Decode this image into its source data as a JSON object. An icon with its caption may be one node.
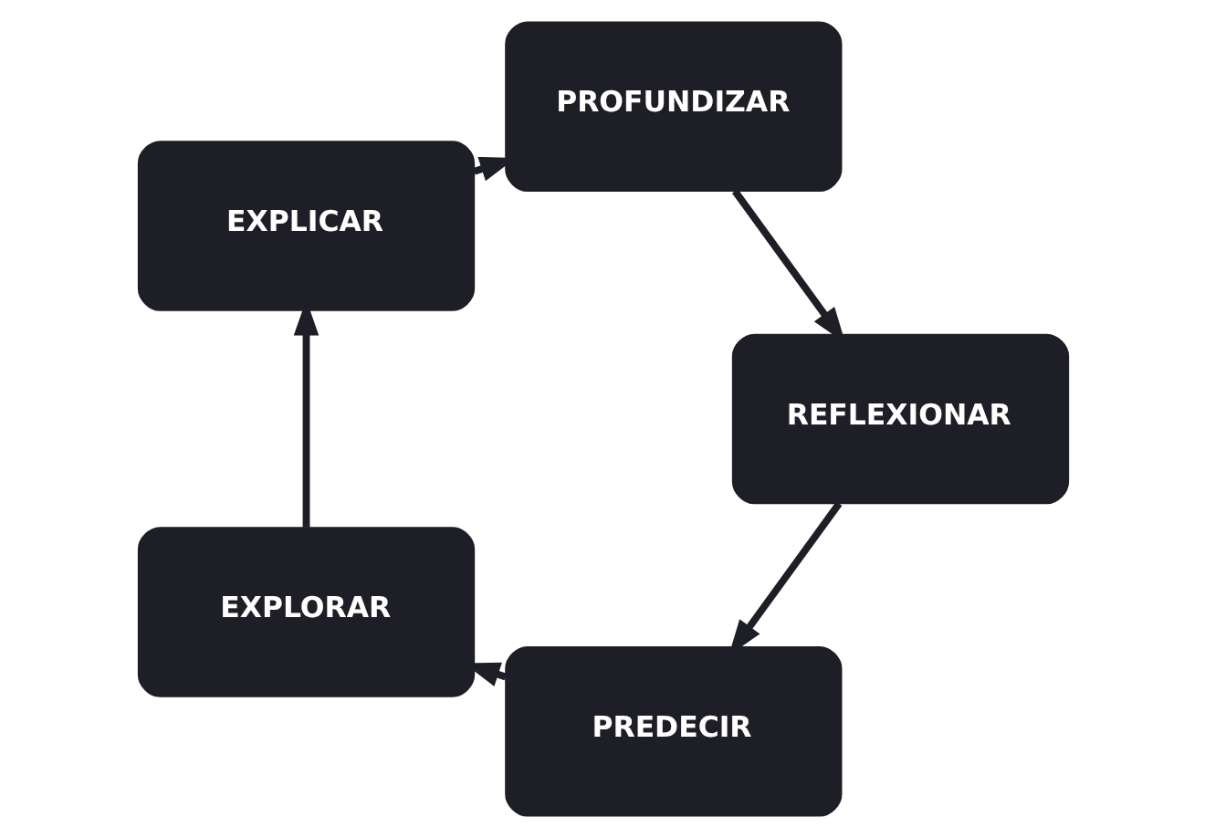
{
  "diagram": {
    "nodes": [
      {
        "text": [
          "PREDECIR"
        ]
      },
      {
        "text": [
          "EXPLORAR"
        ]
      },
      {
        "text": [
          "EXPLICAR"
        ]
      },
      {
        "text": [
          "PROFUNDIZAR"
        ]
      },
      {
        "text": [
          "REFLEXIONAR"
        ]
      }
    ],
    "edges": [
      {
        "from": 0,
        "to": 1,
        "arrow": "to"
      },
      {
        "from": 1,
        "to": 2,
        "arrow": "to"
      },
      {
        "from": 2,
        "to": 3,
        "arrow": "to"
      },
      {
        "from": 3,
        "to": 4,
        "arrow": "to"
      },
      {
        "from": 4,
        "to": 0,
        "arrow": "to"
      }
    ]
  }
}
